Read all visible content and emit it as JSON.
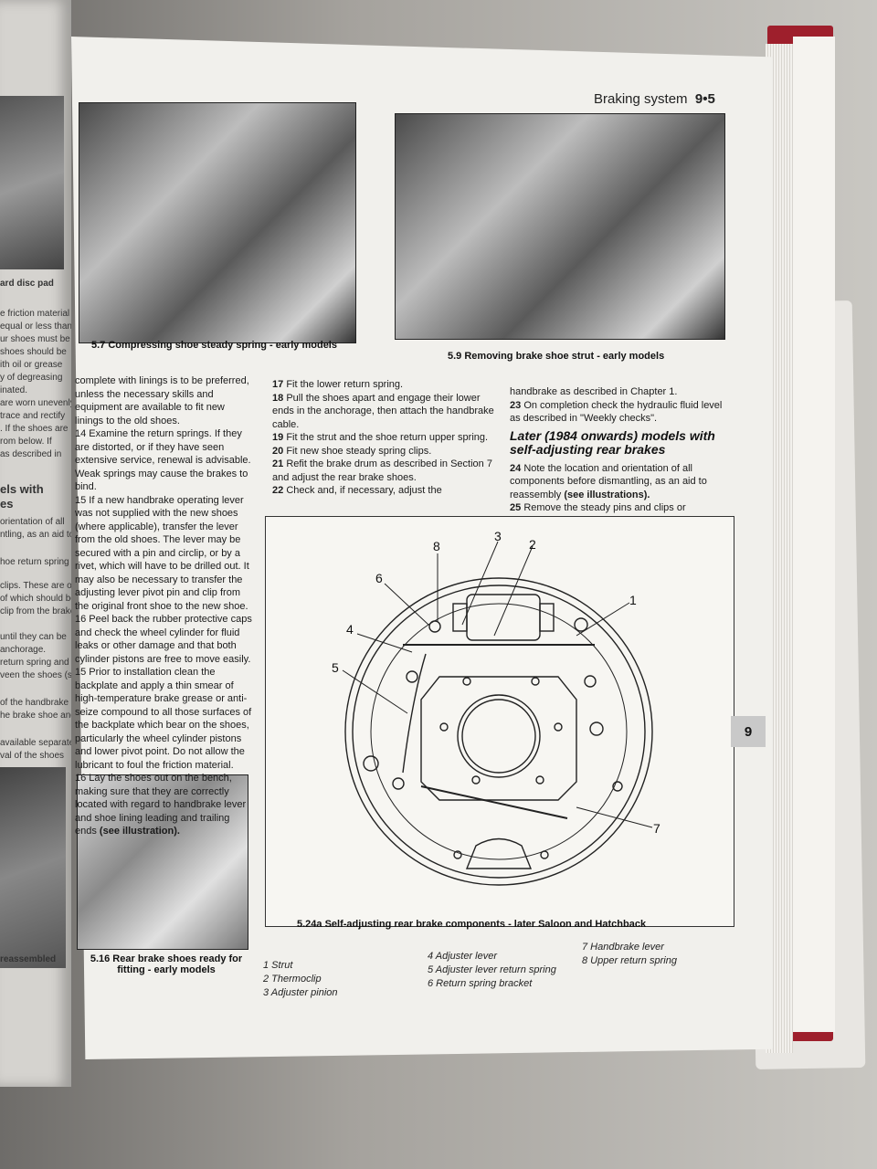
{
  "header": {
    "section": "Braking system",
    "page": "9•5"
  },
  "captions": {
    "photo_57": "5.7 Compressing shoe steady spring - early models",
    "photo_59": "5.9 Removing brake shoe strut - early models",
    "photo_516": "5.16 Rear brake shoes ready for fitting - early models",
    "diagram": "5.24a Self-adjusting rear brake components - later Saloon and Hatchback"
  },
  "col1": [
    "complete with linings is to be preferred, unless the necessary skills and equipment are available to fit new linings to the old shoes.",
    "14 Examine the return springs. If they are distorted, or if they have seen extensive service, renewal is advisable. Weak springs may cause the brakes to bind.",
    "15 If a new handbrake operating lever was not supplied with the new shoes (where applicable), transfer the lever from the old shoes. The lever may be secured with a pin and circlip, or by a rivet, which will have to be drilled out. It may also be necessary to transfer the adjusting lever pivot pin and clip from the original front shoe to the new shoe.",
    "16 Peel back the rubber protective caps and check the wheel cylinder for fluid leaks or other damage and that both cylinder pistons are free to move easily.",
    "15 Prior to installation clean the backplate and apply a thin smear of high-temperature brake grease or anti-seize compound to all those surfaces of the backplate which bear on the shoes, particularly the wheel cylinder pistons and lower pivot point. Do not allow the lubricant to foul the friction material.",
    "16 Lay the shoes out on the bench, making sure that they are correctly located with regard to handbrake lever and shoe lining leading and trailing ends"
  ],
  "col1_ref": "(see illustration).",
  "col2": [
    {
      "num": "17",
      "text": "Fit the lower return spring."
    },
    {
      "num": "18",
      "text": "Pull the shoes apart and engage their lower ends in the anchorage, then attach the handbrake cable."
    },
    {
      "num": "19",
      "text": "Fit the strut and the shoe return upper spring."
    },
    {
      "num": "20",
      "text": "Fit new shoe steady spring clips."
    },
    {
      "num": "21",
      "text": "Refit the brake drum as described in Section 7 and adjust the rear brake shoes."
    },
    {
      "num": "22",
      "text": "Check and, if necessary, adjust the"
    }
  ],
  "col3": {
    "cont": "handbrake as described in Chapter 1.",
    "p23_num": "23",
    "p23": "On completion check the hydraulic fluid level as described in \"Weekly checks\".",
    "heading": "Later (1984 onwards) models with self-adjusting rear brakes",
    "p24_num": "24",
    "p24": "Note the location and orientation of all components before dismantling, as an aid to reassembly",
    "p24_ref": "(see illustrations).",
    "p25_num": "25",
    "p25": "Remove the steady pins and clips or"
  },
  "legend": {
    "col1": [
      "1 Strut",
      "2 Thermoclip",
      "3 Adjuster pinion"
    ],
    "col2": [
      "4 Adjuster lever",
      "5 Adjuster lever return spring",
      "6 Return spring bracket"
    ],
    "col3": [
      "7 Handbrake lever",
      "8 Upper return spring"
    ]
  },
  "callouts": [
    "1",
    "2",
    "3",
    "4",
    "5",
    "6",
    "7",
    "8"
  ],
  "chapter_tab": "9",
  "left_page_fragments": [
    "ard disc pad",
    "e friction material",
    "equal or less than",
    "ur shoes must be",
    "shoes should be",
    "ith oil or grease",
    "y of degreasing",
    "inated.",
    "are worn unevenly",
    "trace and rectify",
    ". If the shoes are",
    "rom below. If",
    "as described in",
    "els with",
    "es",
    "orientation of all",
    "ntling, as an aid to",
    "hoe return spring",
    "clips. These are of",
    "of which should be",
    "clip from the brake",
    "until they can be",
    "anchorage.",
    "return spring and",
    "veen the shoes (see",
    "of the handbrake",
    "he brake shoe and",
    "available separately",
    "val of the shoes",
    "reassembled"
  ]
}
